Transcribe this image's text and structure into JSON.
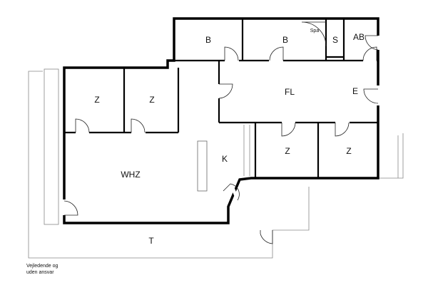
{
  "floorplan": {
    "rooms": {
      "b1": "B",
      "b2": "B",
      "spa": "Spa",
      "s": "S",
      "ab": "AB",
      "fl": "FL",
      "e": "E",
      "z1": "Z",
      "z2": "Z",
      "z3": "Z",
      "z4": "Z",
      "whz": "WHZ",
      "k": "K",
      "t": "T"
    },
    "disclaimer": [
      "Vejledende og",
      "uden ansvar"
    ]
  }
}
